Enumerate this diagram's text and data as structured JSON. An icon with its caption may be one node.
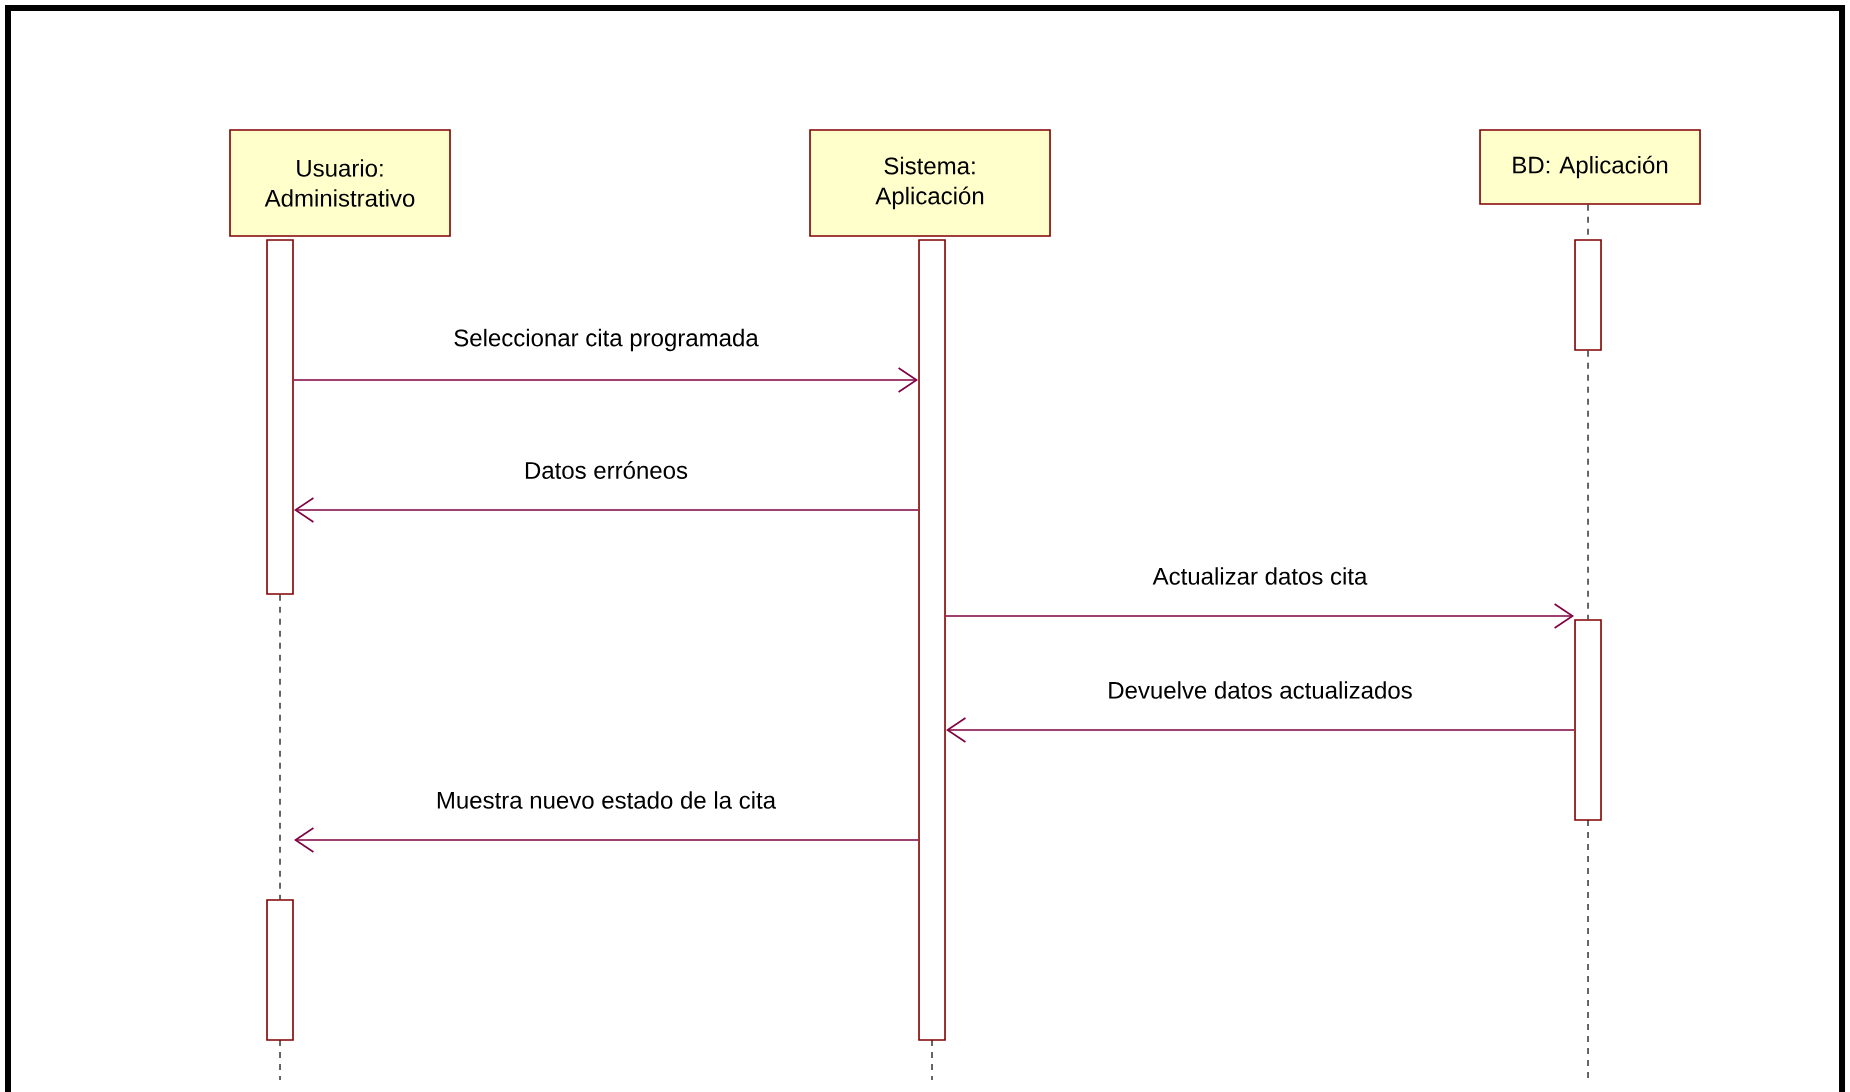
{
  "diagram": {
    "nodes": [
      {
        "text": [
          "Usuario: Administrativo"
        ]
      },
      {
        "text": [
          "Sistema: Aplicación"
        ]
      },
      {
        "text": [
          "BD: Aplicación"
        ]
      },
      {
        "text": [],
        "shape": "bar"
      },
      {
        "text": [],
        "shape": "bar"
      },
      {
        "text": [],
        "shape": "bar"
      },
      {
        "text": [],
        "shape": "bar"
      },
      {
        "text": [],
        "shape": "bar"
      }
    ],
    "edges": [
      {
        "from": 3,
        "to": 4,
        "arrow": "none",
        "style": "dashed",
        "color": "#000000"
      },
      {
        "from": 2,
        "to": 6,
        "arrow": "none",
        "style": "dashed",
        "color": "#000000"
      },
      {
        "from": 6,
        "to": 7,
        "arrow": "none",
        "style": "dashed",
        "color": "#000000"
      },
      {
        "from": 3,
        "to": 5,
        "arrow": "to",
        "label": "Seleccionar cita programada"
      },
      {
        "from": 5,
        "to": 3,
        "arrow": "to",
        "label": "Datos erróneos"
      },
      {
        "from": 5,
        "to": 7,
        "arrow": "to",
        "label": "Actualizar datos cita"
      },
      {
        "from": 7,
        "to": 5,
        "arrow": "to",
        "label": "Devuelve datos actualizados"
      },
      {
        "from": 5,
        "to": 4,
        "arrow": "to",
        "label": "Muestra nuevo estado de la cita"
      }
    ]
  }
}
